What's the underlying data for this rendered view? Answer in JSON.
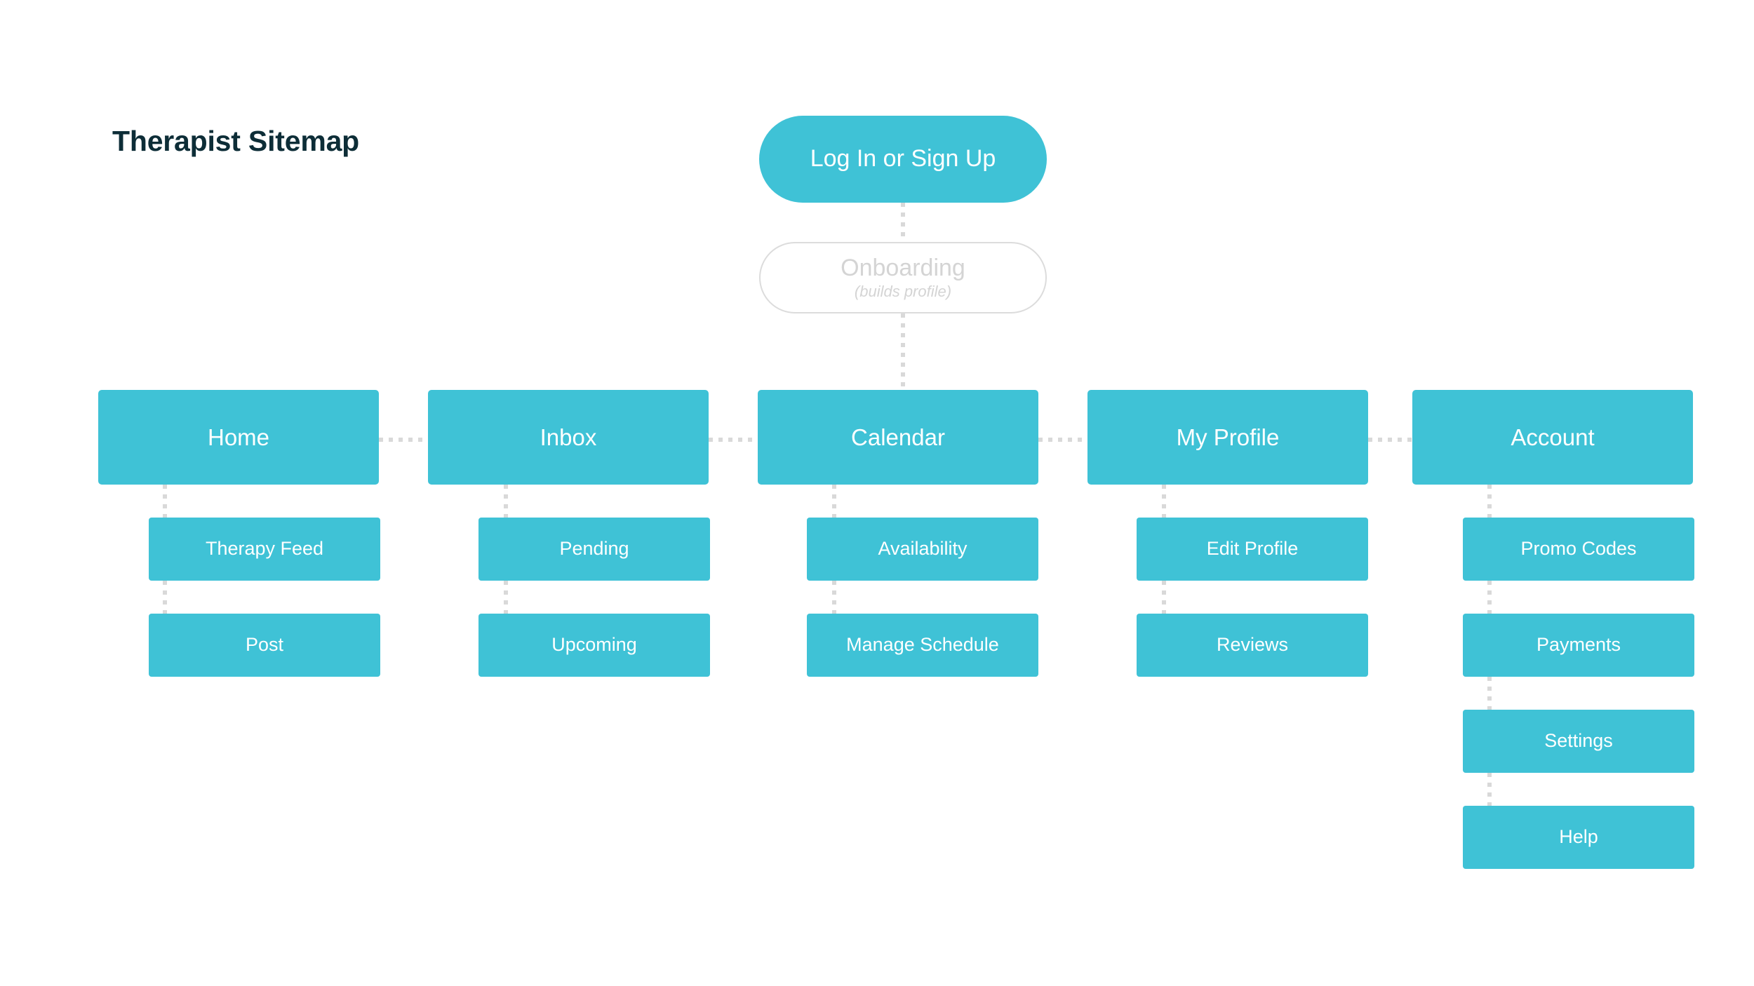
{
  "diagram": {
    "title": "Therapist Sitemap",
    "type": "sitemap",
    "accent_color": "#3fc2d6",
    "title_color": "#0d2d37",
    "connector_color": "#d9d9d9",
    "ghost_border_color": "#dcdcdc",
    "ghost_text_color": "#d4d4d4",
    "node_text_color": "#ffffff",
    "background_color": "#ffffff"
  },
  "entry": {
    "login": {
      "label": "Log In or Sign Up",
      "shape": "pill",
      "style": "filled"
    },
    "onboarding": {
      "label": "Onboarding",
      "sublabel": "(builds profile)",
      "shape": "pill",
      "style": "outlined"
    }
  },
  "columns": [
    {
      "id": "home",
      "label": "Home",
      "children": [
        {
          "label": "Therapy Feed"
        },
        {
          "label": "Post"
        }
      ]
    },
    {
      "id": "inbox",
      "label": "Inbox",
      "children": [
        {
          "label": "Pending"
        },
        {
          "label": "Upcoming"
        }
      ]
    },
    {
      "id": "calendar",
      "label": "Calendar",
      "children": [
        {
          "label": "Availability"
        },
        {
          "label": "Manage Schedule"
        }
      ]
    },
    {
      "id": "my-profile",
      "label": "My Profile",
      "children": [
        {
          "label": "Edit Profile"
        },
        {
          "label": "Reviews"
        }
      ]
    },
    {
      "id": "account",
      "label": "Account",
      "children": [
        {
          "label": "Promo Codes"
        },
        {
          "label": "Payments"
        },
        {
          "label": "Settings"
        },
        {
          "label": "Help"
        }
      ]
    }
  ]
}
